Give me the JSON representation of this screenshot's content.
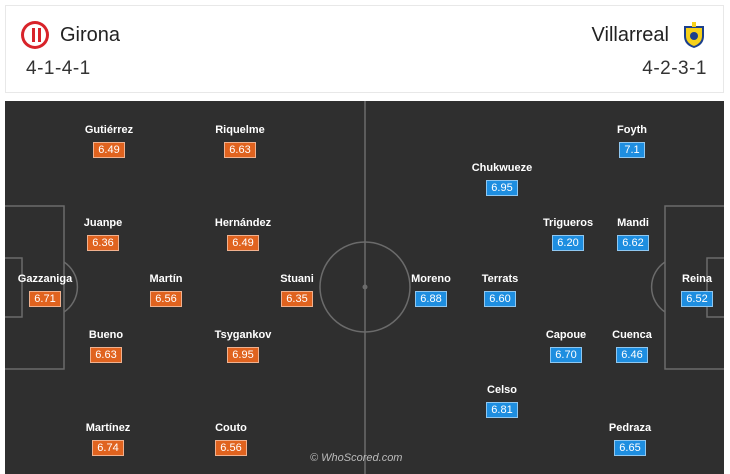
{
  "home": {
    "name": "Girona",
    "formation": "4-1-4-1",
    "color": "#e0631f"
  },
  "away": {
    "name": "Villarreal",
    "formation": "4-2-3-1",
    "color": "#1e8ee0"
  },
  "home_players": [
    {
      "name": "Gutiérrez",
      "rating": "6.49"
    },
    {
      "name": "Riquelme",
      "rating": "6.63"
    },
    {
      "name": "Juanpe",
      "rating": "6.36"
    },
    {
      "name": "Hernández",
      "rating": "6.49"
    },
    {
      "name": "Gazzaniga",
      "rating": "6.71"
    },
    {
      "name": "Martín",
      "rating": "6.56"
    },
    {
      "name": "Stuani",
      "rating": "6.35"
    },
    {
      "name": "Bueno",
      "rating": "6.63"
    },
    {
      "name": "Tsygankov",
      "rating": "6.95"
    },
    {
      "name": "Martínez",
      "rating": "6.74"
    },
    {
      "name": "Couto",
      "rating": "6.56"
    }
  ],
  "away_players": [
    {
      "name": "Foyth",
      "rating": "7.1"
    },
    {
      "name": "Chukwueze",
      "rating": "6.95"
    },
    {
      "name": "Trigueros",
      "rating": "6.20"
    },
    {
      "name": "Mandi",
      "rating": "6.62"
    },
    {
      "name": "Moreno",
      "rating": "6.88"
    },
    {
      "name": "Terrats",
      "rating": "6.60"
    },
    {
      "name": "Reina",
      "rating": "6.52"
    },
    {
      "name": "Capoue",
      "rating": "6.70"
    },
    {
      "name": "Cuenca",
      "rating": "6.46"
    },
    {
      "name": "Celso",
      "rating": "6.81"
    },
    {
      "name": "Pedraza",
      "rating": "6.65"
    }
  ],
  "watermark": "© WhoScored.com"
}
